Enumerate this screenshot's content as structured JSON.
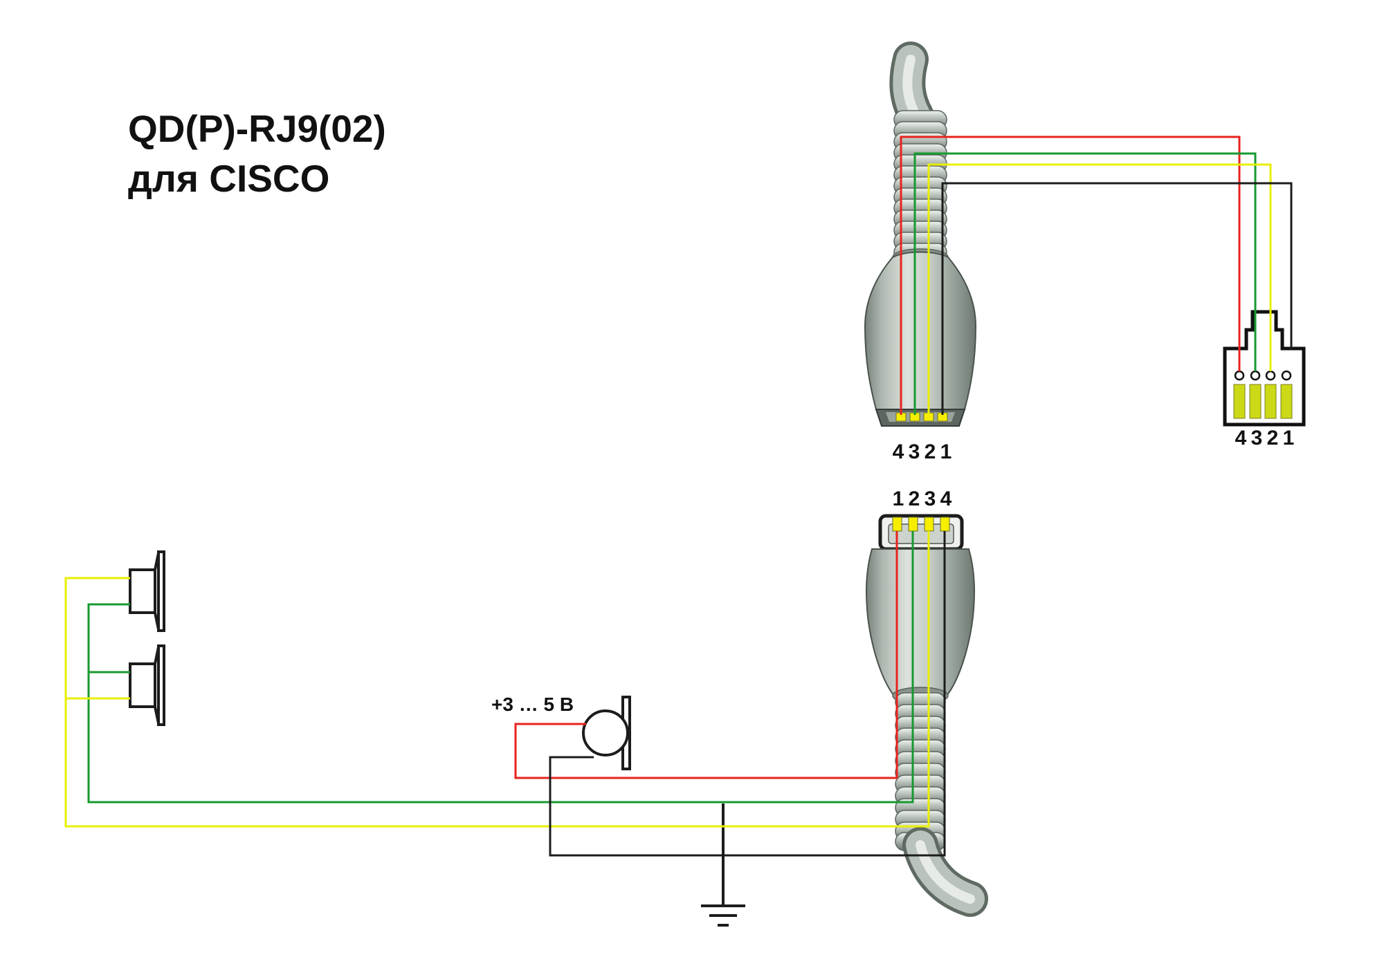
{
  "title": {
    "line1": "QD(P)-RJ9(02)",
    "line2": "для CISCO"
  },
  "connectors": {
    "qd_top_pins_label": "4 3 2 1",
    "qd_bottom_pins_label": "1 2 3 4",
    "rj9_pins_label": "4 3 2 1"
  },
  "microphone": {
    "voltage_label": "+3 … 5 В"
  },
  "colors": {
    "wire_red": "#e8231e",
    "wire_green": "#169a2f",
    "wire_yellow": "#e9ef00",
    "wire_black": "#1c1c1c",
    "qd_contact": "#f6ee00",
    "rj9_contact": "#ccd916"
  }
}
